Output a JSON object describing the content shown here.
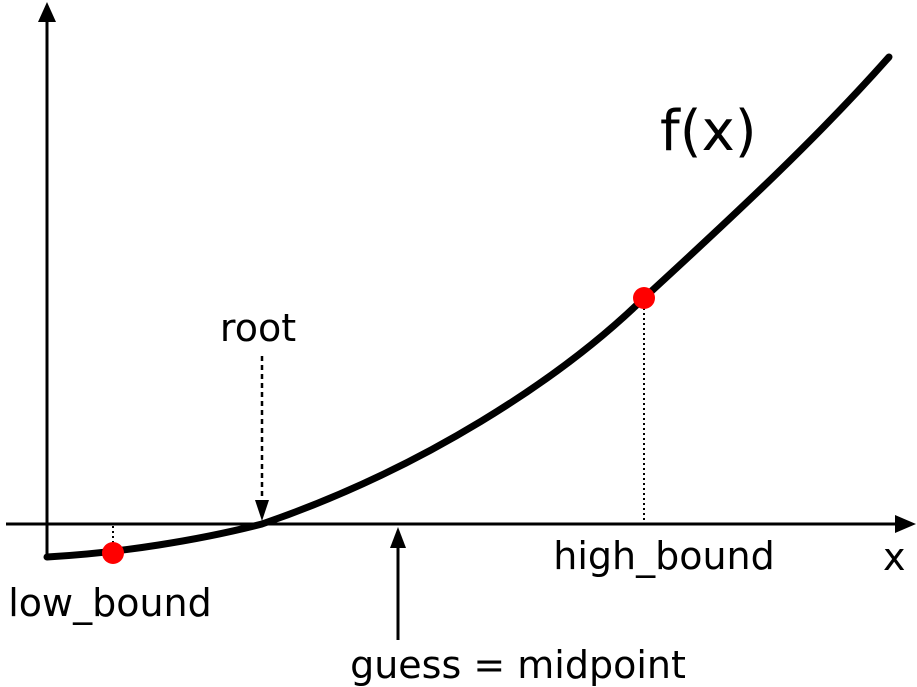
{
  "labels": {
    "function": "f(x)",
    "x_axis": "x",
    "root": "root",
    "low_bound": "low_bound",
    "high_bound": "high_bound",
    "guess": "guess = midpoint"
  },
  "colors": {
    "curve": "#000000",
    "marker": "#ff0000",
    "background": "#ffffff"
  }
}
